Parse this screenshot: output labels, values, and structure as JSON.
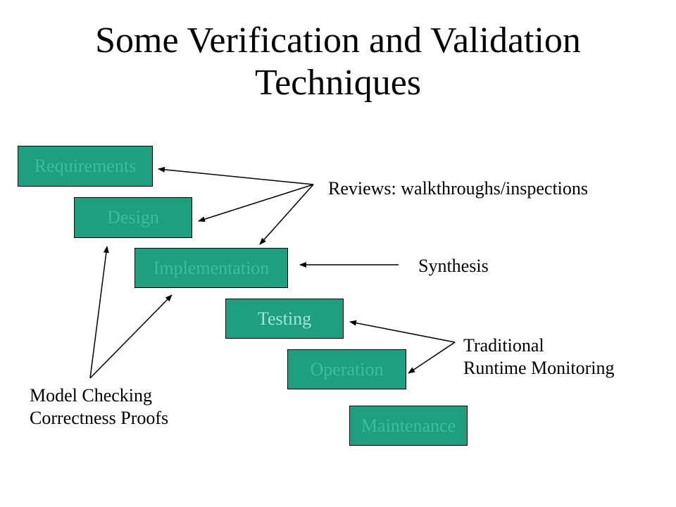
{
  "title": {
    "line1": "Some Verification and Validation",
    "line2": "Techniques"
  },
  "stages": {
    "requirements": "Requirements",
    "design": "Design",
    "implementation": "Implementation",
    "testing": "Testing",
    "operation": "Operation",
    "maintenance": "Maintenance"
  },
  "techniques": {
    "reviews": "Reviews: walkthroughs/inspections",
    "synthesis": "Synthesis",
    "runtime_line1": "Traditional",
    "runtime_line2": "Runtime Monitoring",
    "formal_line1": "Model Checking",
    "formal_line2": "Correctness Proofs"
  },
  "colors": {
    "box_fill": "#1f9f7f",
    "box_text_faded": "#3bbf9a",
    "box_text_testing": "#9fe6d6",
    "arrow": "#000000"
  }
}
